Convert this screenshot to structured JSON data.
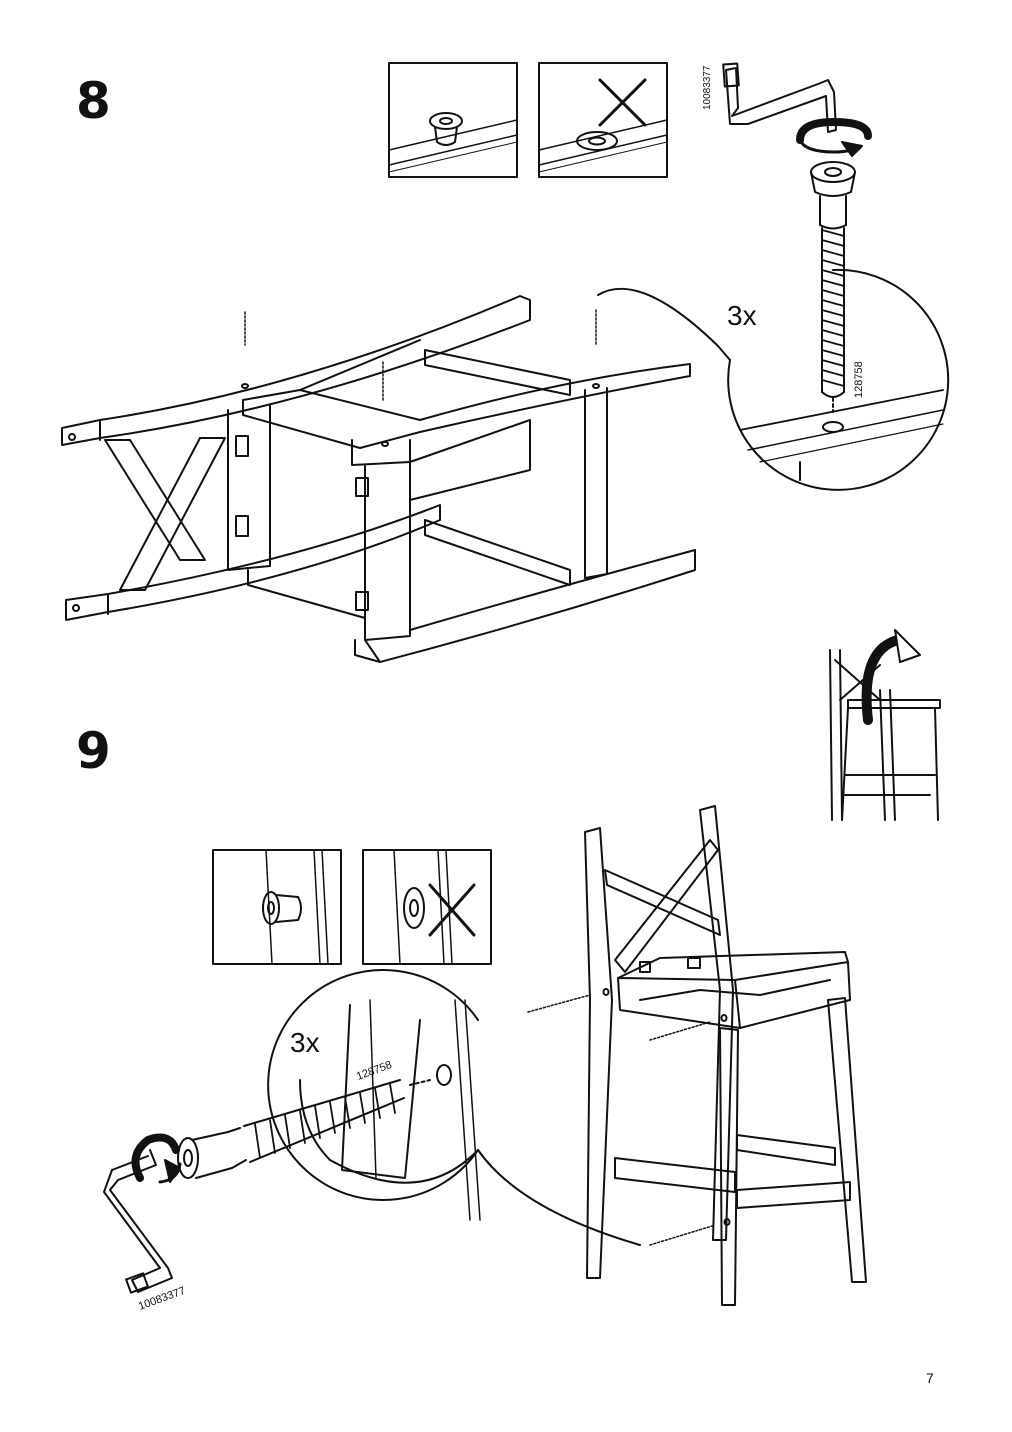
{
  "steps": [
    {
      "number": "8",
      "quantity": "3x",
      "screw_part": "128758",
      "key_part": "10083377"
    },
    {
      "number": "9",
      "quantity": "3x",
      "screw_part": "128758",
      "key_part": "10083377"
    }
  ],
  "page_number": "7",
  "icons": [
    "allen-key-icon",
    "screw-icon",
    "rotate-arrow-icon",
    "cross-mark-icon",
    "flip-chair-arrow-icon"
  ],
  "colors": {
    "line": "#111111",
    "background": "#ffffff"
  }
}
